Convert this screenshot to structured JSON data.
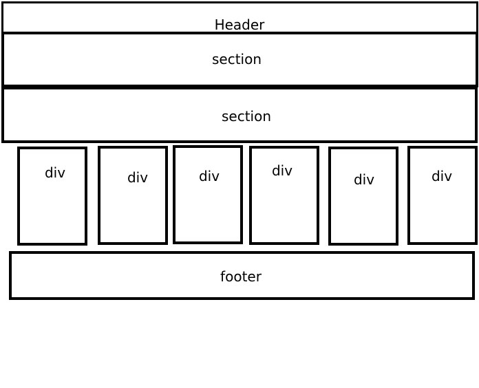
{
  "header": {
    "label": "Header"
  },
  "sections": [
    {
      "label": "section"
    },
    {
      "label": "section"
    }
  ],
  "divs": [
    {
      "label": "div"
    },
    {
      "label": "div"
    },
    {
      "label": "div"
    },
    {
      "label": "div"
    },
    {
      "label": "div"
    },
    {
      "label": "div"
    }
  ],
  "footer": {
    "label": "footer"
  },
  "colors": {
    "stroke": "#000000",
    "background": "#ffffff"
  }
}
